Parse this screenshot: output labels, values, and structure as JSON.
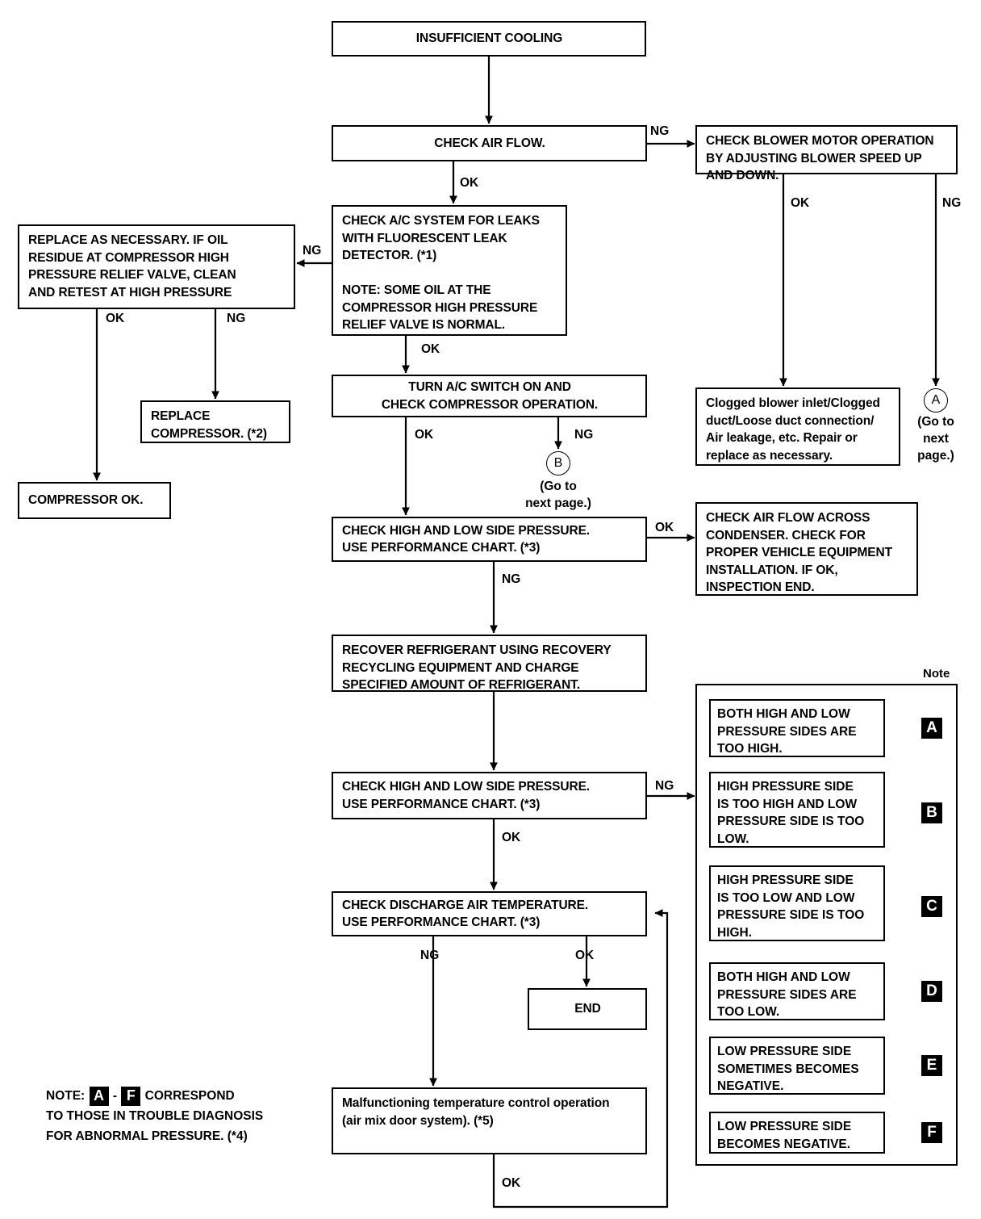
{
  "diagram": {
    "title": "INSUFFICIENT COOLING",
    "nodes": {
      "start": "INSUFFICIENT COOLING",
      "check_air_flow": "CHECK AIR FLOW.",
      "blower_motor": "CHECK BLOWER MOTOR OPERATION\nBY ADJUSTING BLOWER SPEED UP\nAND DOWN.",
      "clogged": "Clogged blower inlet/Clogged\nduct/Loose duct connection/\nAir leakage, etc. Repair or\nreplace as necessary.",
      "leaks": "CHECK A/C SYSTEM FOR LEAKS\nWITH FLUORESCENT LEAK\nDETECTOR. (*1)\n\nNOTE: SOME OIL AT THE\nCOMPRESSOR HIGH PRESSURE\nRELIEF VALVE IS NORMAL.",
      "replace_as_necessary": "REPLACE AS NECESSARY. IF OIL\nRESIDUE AT COMPRESSOR HIGH\nPRESSURE RELIEF VALVE, CLEAN\nAND RETEST AT HIGH PRESSURE",
      "replace_compressor": "REPLACE\nCOMPRESSOR. (*2)",
      "compressor_ok": "COMPRESSOR OK.",
      "turn_ac_switch": "TURN A/C SWITCH ON AND\nCHECK COMPRESSOR OPERATION.",
      "check_pressure_1": "CHECK HIGH AND LOW SIDE PRESSURE.\nUSE PERFORMANCE CHART. (*3)",
      "condenser": "CHECK AIR FLOW ACROSS\nCONDENSER. CHECK FOR\nPROPER VEHICLE EQUIPMENT\nINSTALLATION. IF OK,\nINSPECTION END.",
      "recover": "RECOVER REFRIGERANT USING RECOVERY\nRECYCLING EQUIPMENT AND CHARGE\nSPECIFIED AMOUNT OF REFRIGERANT.",
      "check_pressure_2": "CHECK HIGH AND LOW SIDE PRESSURE.\nUSE PERFORMANCE CHART. (*3)",
      "check_discharge": "CHECK DISCHARGE AIR TEMPERATURE.\nUSE PERFORMANCE CHART. (*3)",
      "end": "END",
      "malfunction": "Malfunctioning temperature control operation\n(air mix door system). (*5)"
    },
    "connectors": {
      "a": {
        "letter": "A",
        "caption": "(Go to\nnext\npage.)"
      },
      "b": {
        "letter": "B",
        "caption": "(Go to\nnext page.)"
      }
    },
    "edge_labels": {
      "air_flow_ng": "NG",
      "air_flow_ok": "OK",
      "blower_ok": "OK",
      "blower_ng": "NG",
      "leaks_ng": "NG",
      "leaks_ok": "OK",
      "replace_ok": "OK",
      "replace_ng": "NG",
      "compressor_ok_label": "OK",
      "compressor_ng_label": "NG",
      "pressure1_ok": "OK",
      "pressure1_ng": "NG",
      "pressure2_ng": "NG",
      "pressure2_ok": "OK",
      "discharge_ng": "NG",
      "discharge_ok": "OK",
      "malfunction_ok": "OK"
    },
    "note_panel": {
      "title": "Note",
      "items": [
        {
          "text": "BOTH HIGH AND LOW\nPRESSURE SIDES ARE\nTOO HIGH.",
          "marker": "A"
        },
        {
          "text": "HIGH PRESSURE SIDE\nIS TOO HIGH AND LOW\nPRESSURE SIDE IS TOO\nLOW.",
          "marker": "B"
        },
        {
          "text": "HIGH PRESSURE SIDE\nIS TOO LOW AND LOW\nPRESSURE SIDE IS TOO\nHIGH.",
          "marker": "C"
        },
        {
          "text": "BOTH HIGH AND LOW\nPRESSURE SIDES ARE\nTOO LOW.",
          "marker": "D"
        },
        {
          "text": "LOW PRESSURE SIDE\nSOMETIMES BECOMES\nNEGATIVE.",
          "marker": "E"
        },
        {
          "text": "LOW PRESSURE SIDE\nBECOMES NEGATIVE.",
          "marker": "F"
        }
      ]
    },
    "legend": {
      "prefix": "NOTE: ",
      "marker_from": "A",
      "dash": " - ",
      "marker_to": "F",
      "suffix": " CORRESPOND",
      "line2": "TO THOSE IN TROUBLE DIAGNOSIS",
      "line3": "FOR ABNORMAL PRESSURE. (*4)"
    },
    "colors": {
      "ink": "#000000",
      "paper": "#ffffff"
    }
  }
}
